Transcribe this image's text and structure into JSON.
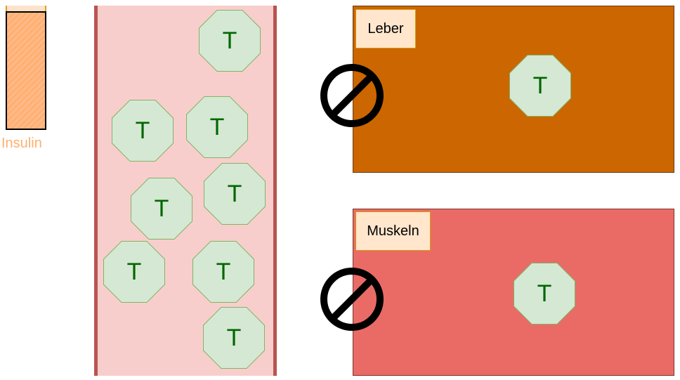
{
  "insulin": {
    "label": "Insulin",
    "color": "#ffb070"
  },
  "vessel": {
    "fill": "#f8cecc",
    "border": "#b85450"
  },
  "token": {
    "label": "T",
    "fill": "#d5e8d4",
    "text_color": "#006600"
  },
  "organs": {
    "liver": {
      "label": "Leber",
      "fill": "#cc6600"
    },
    "muscle": {
      "label": "Muskeln",
      "fill": "#ea6b66"
    }
  },
  "icons": {
    "blocked": "prohibition-icon"
  }
}
